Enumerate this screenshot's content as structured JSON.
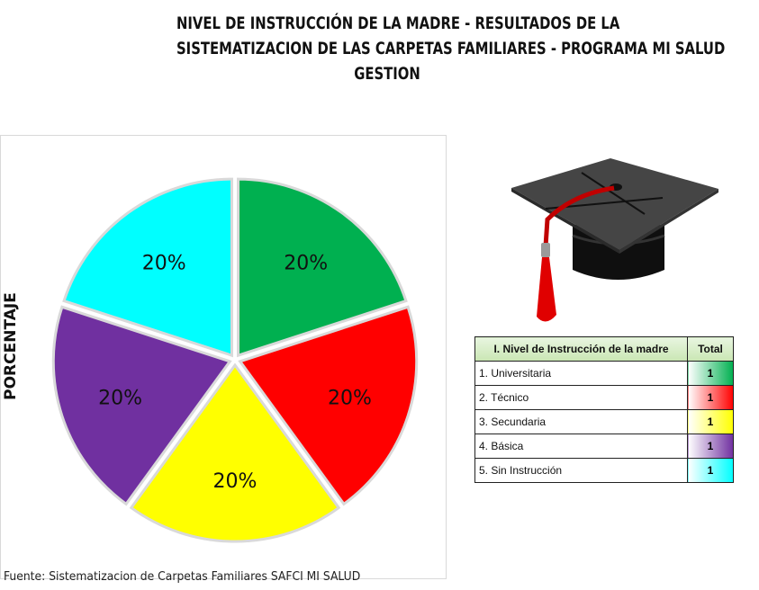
{
  "title_lines": [
    "NIVEL DE INSTRUCCIÓN DE LA MADRE - RESULTADOS DE LA",
    "SISTEMATIZACION DE LAS CARPETAS FAMILIARES - PROGRAMA MI SALUD",
    "GESTION"
  ],
  "source": "Fuente: Sistematizacion de Carpetas Familiares SAFCI MI SALUD",
  "chart_data": {
    "type": "pie",
    "title": "NIVEL DE INSTRUCCIÓN DE LA MADRE - RESULTADOS DE LA SISTEMATIZACION DE LAS CARPETAS FAMILIARES - PROGRAMA MI SALUD GESTION",
    "ylabel": "PORCENTAJE",
    "categories": [
      "1. Universitaria",
      "2. Técnico",
      "3. Secundaria",
      "4. Básica",
      "5. Sin Instrucción"
    ],
    "values": [
      1,
      1,
      1,
      1,
      1
    ],
    "labels": [
      "20%",
      "20%",
      "20%",
      "20%",
      "20%"
    ],
    "colors": [
      "#00b050",
      "#ff0000",
      "#ffff00",
      "#7030a0",
      "#00ffff"
    ],
    "legend_placement": "right"
  },
  "table": {
    "header_name": "I. Nivel de Instrucción de la madre",
    "header_total": "Total",
    "rows": [
      {
        "name": "1. Universitaria",
        "total": "1",
        "color": "#00b050"
      },
      {
        "name": "2. Técnico",
        "total": "1",
        "color": "#ff0000"
      },
      {
        "name": "3. Secundaria",
        "total": "1",
        "color": "#ffff00"
      },
      {
        "name": "4. Básica",
        "total": "1",
        "color": "#7030a0"
      },
      {
        "name": "5. Sin Instrucción",
        "total": "1",
        "color": "#00ffff"
      }
    ]
  },
  "decor": {
    "cap_icon": "graduation-cap-icon"
  }
}
